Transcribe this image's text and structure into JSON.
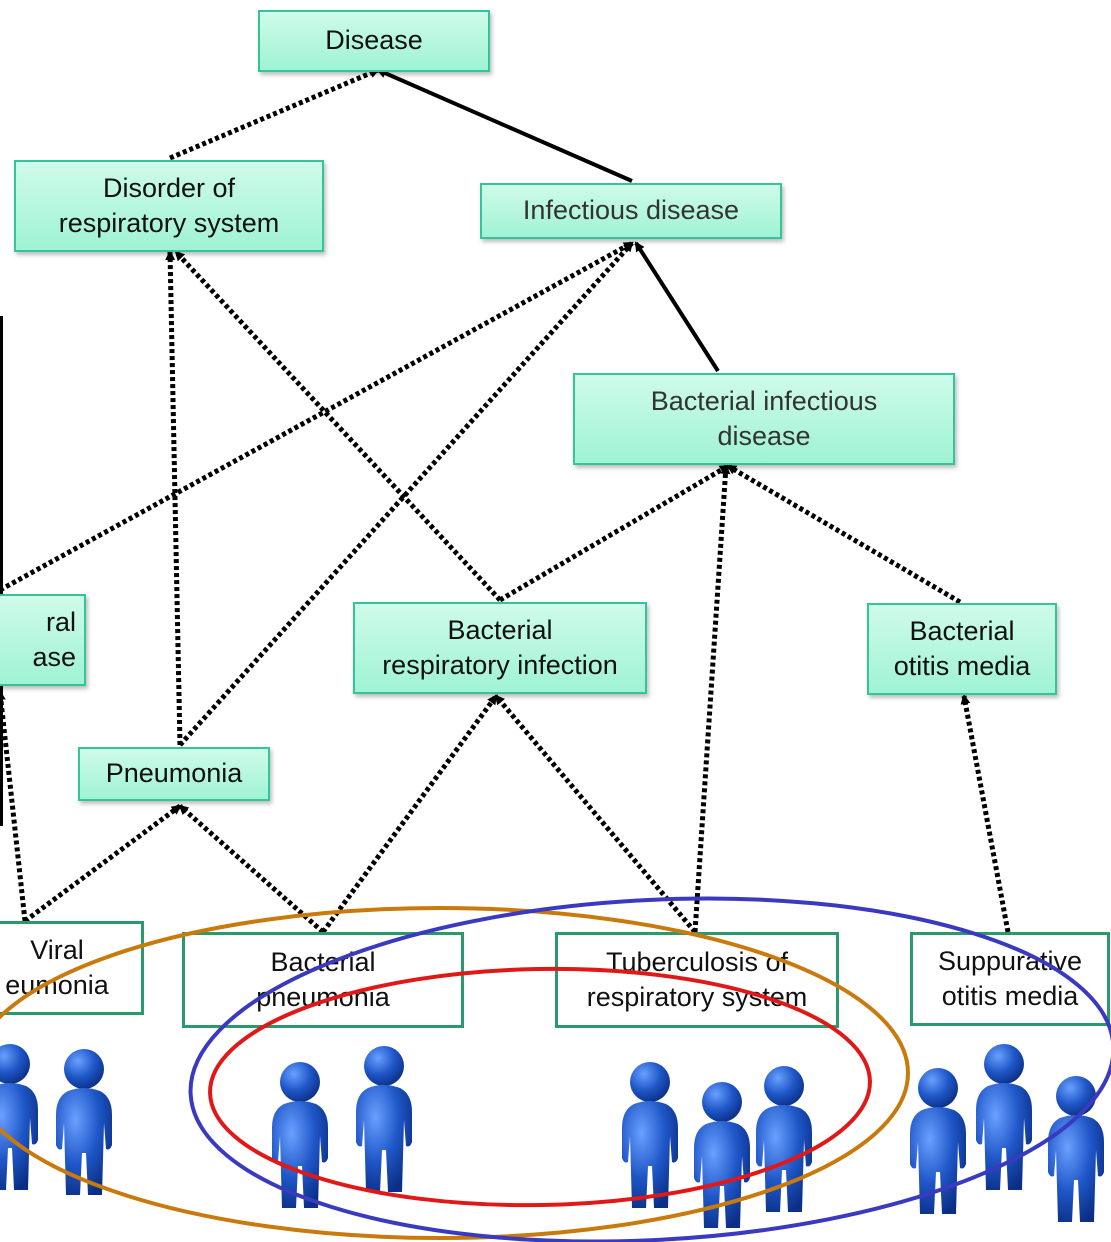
{
  "nodes": {
    "disease": {
      "label": "Disease"
    },
    "disorder_respiratory": {
      "label": "Disorder of\nrespiratory system"
    },
    "infectious_disease": {
      "label": "Infectious disease"
    },
    "bacterial_infectious": {
      "label": "Bacterial infectious\ndisease"
    },
    "viral_disease": {
      "label": "ral\nase"
    },
    "bacterial_respiratory_infection": {
      "label": "Bacterial\nrespiratory infection"
    },
    "bacterial_otitis_media": {
      "label": "Bacterial\notitis media"
    },
    "pneumonia": {
      "label": "Pneumonia"
    },
    "viral_pneumonia": {
      "label": "Viral\neumonia"
    },
    "bacterial_pneumonia": {
      "label": "Bacterial\npneumonia"
    },
    "tuberculosis": {
      "label": "Tuberculosis of\nrespiratory system"
    },
    "suppurative_otitis": {
      "label": "Suppurative\notitis media"
    }
  },
  "edges": [
    {
      "from": "disorder_respiratory",
      "to": "disease",
      "style": "dotted"
    },
    {
      "from": "infectious_disease",
      "to": "disease",
      "style": "solid"
    },
    {
      "from": "bacterial_infectious",
      "to": "infectious_disease",
      "style": "solid"
    },
    {
      "from": "viral_disease",
      "to": "infectious_disease",
      "style": "dotted"
    },
    {
      "from": "pneumonia",
      "to": "infectious_disease",
      "style": "dotted"
    },
    {
      "from": "pneumonia",
      "to": "disorder_respiratory",
      "style": "dotted"
    },
    {
      "from": "bacterial_respiratory_infection",
      "to": "disorder_respiratory",
      "style": "dotted"
    },
    {
      "from": "bacterial_respiratory_infection",
      "to": "bacterial_infectious",
      "style": "dotted"
    },
    {
      "from": "bacterial_otitis_media",
      "to": "bacterial_infectious",
      "style": "dotted"
    },
    {
      "from": "viral_pneumonia",
      "to": "pneumonia",
      "style": "dotted"
    },
    {
      "from": "viral_pneumonia",
      "to": "viral_disease",
      "style": "dotted"
    },
    {
      "from": "bacterial_pneumonia",
      "to": "pneumonia",
      "style": "dotted"
    },
    {
      "from": "bacterial_pneumonia",
      "to": "bacterial_respiratory_infection",
      "style": "dotted"
    },
    {
      "from": "tuberculosis",
      "to": "bacterial_respiratory_infection",
      "style": "dotted"
    },
    {
      "from": "tuberculosis",
      "to": "bacterial_infectious",
      "style": "dotted"
    },
    {
      "from": "suppurative_otitis",
      "to": "bacterial_otitis_media",
      "style": "dotted"
    }
  ],
  "patient_groups": [
    {
      "name": "viral-pneumonia-patients",
      "count": 2
    },
    {
      "name": "bacterial-pneumonia-patients",
      "count": 2
    },
    {
      "name": "tuberculosis-patients",
      "count": 3
    },
    {
      "name": "suppurative-otitis-patients",
      "count": 3
    }
  ],
  "cohort_ellipses": [
    {
      "name": "pneumonia-cohort-ellipse",
      "color": "#c97a0c"
    },
    {
      "name": "bacterial-infectious-cohort-ellipse",
      "color": "#3a3ac0"
    },
    {
      "name": "bacterial-respiratory-cohort-ellipse",
      "color": "#e01818"
    }
  ],
  "colors": {
    "concept_fill": "#a8f5d8",
    "concept_border": "#33c49a",
    "leaf_border": "#2a9a6c",
    "person": "#1f57c8",
    "arrow": "#000000"
  }
}
